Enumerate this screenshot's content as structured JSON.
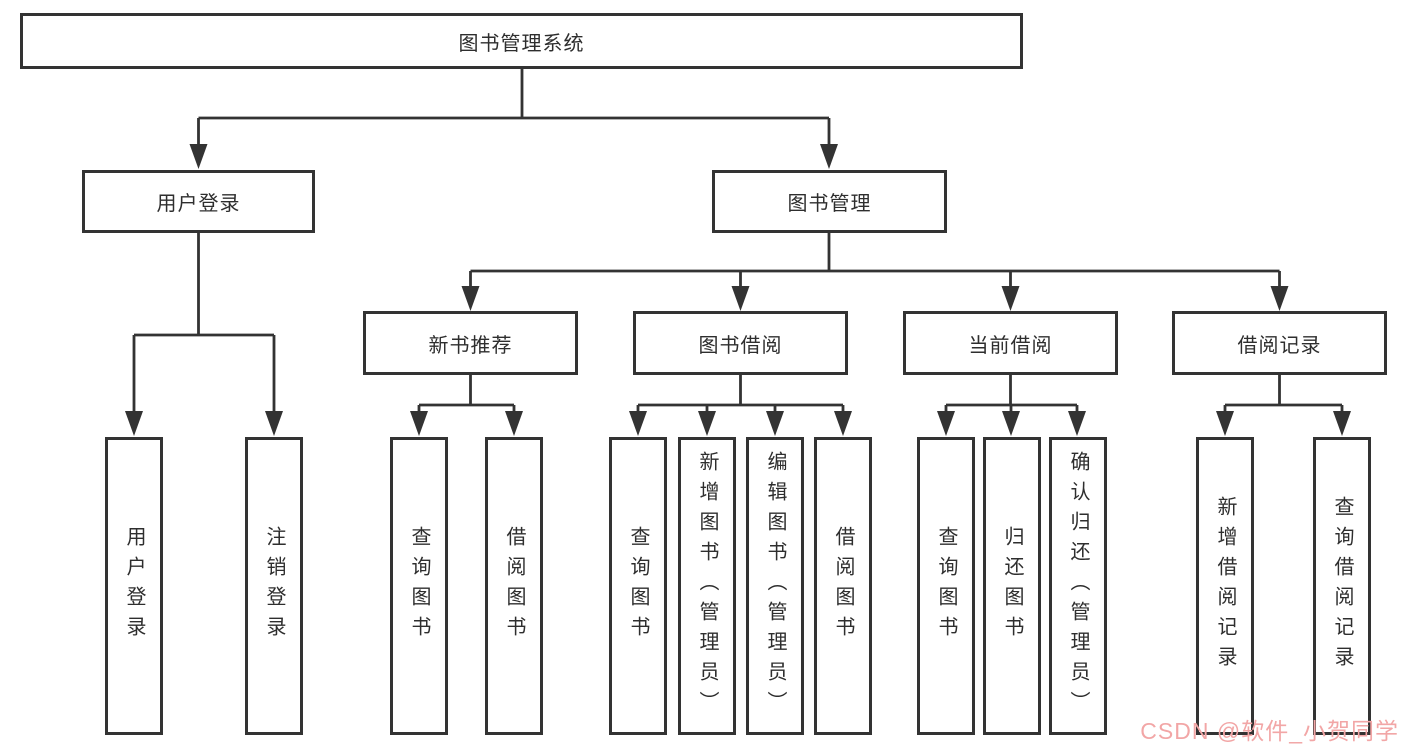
{
  "root": {
    "label": "图书管理系统"
  },
  "level1": [
    {
      "label": "用户登录"
    },
    {
      "label": "图书管理"
    }
  ],
  "level2": [
    {
      "label": "新书推荐"
    },
    {
      "label": "图书借阅"
    },
    {
      "label": "当前借阅"
    },
    {
      "label": "借阅记录"
    }
  ],
  "leaves": {
    "login": [
      "用户登录",
      "注销登录"
    ],
    "recommend": [
      "查询图书",
      "借阅图书"
    ],
    "borrow": [
      "查询图书",
      "新增图书（管理员）",
      "编辑图书（管理员）",
      "借阅图书"
    ],
    "current": [
      "查询图书",
      "归还图书",
      "确认归还（管理员）"
    ],
    "records": [
      "新增借阅记录",
      "查询借阅记录"
    ]
  },
  "watermark": {
    "text": "CSDN @软件_小贺同学",
    "color": "#f2a6a6"
  },
  "colors": {
    "line": "#333333",
    "border": "#333333",
    "text": "#2e2e2e",
    "background": "#ffffff"
  }
}
